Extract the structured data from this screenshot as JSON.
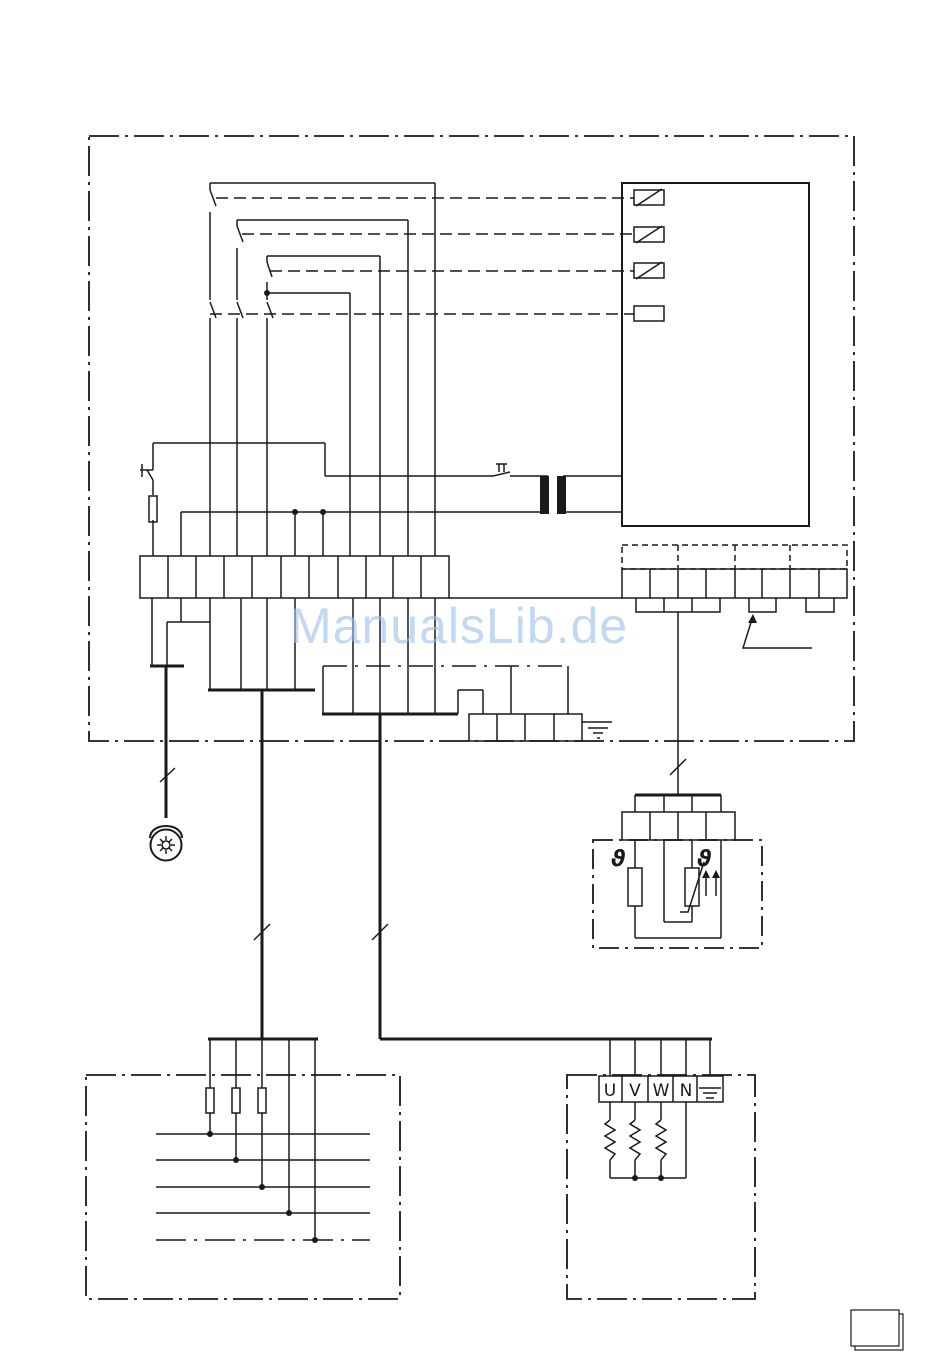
{
  "diagram": {
    "motor_terminals": [
      "U",
      "V",
      "W",
      "N"
    ],
    "theta_symbol": "ϑ",
    "watermark": "ManualsLib.de"
  },
  "colors": {
    "line": "#1a1a1a",
    "watermark": "#9dc0ee",
    "background": "#ffffff"
  },
  "icons": [
    "fan-motor-icon",
    "ground-icon",
    "transformer-icon",
    "fuse-icon",
    "resistor-icon",
    "thermistor-icon",
    "push-button-icon",
    "relay-coil-icon",
    "page-corner-icon"
  ]
}
